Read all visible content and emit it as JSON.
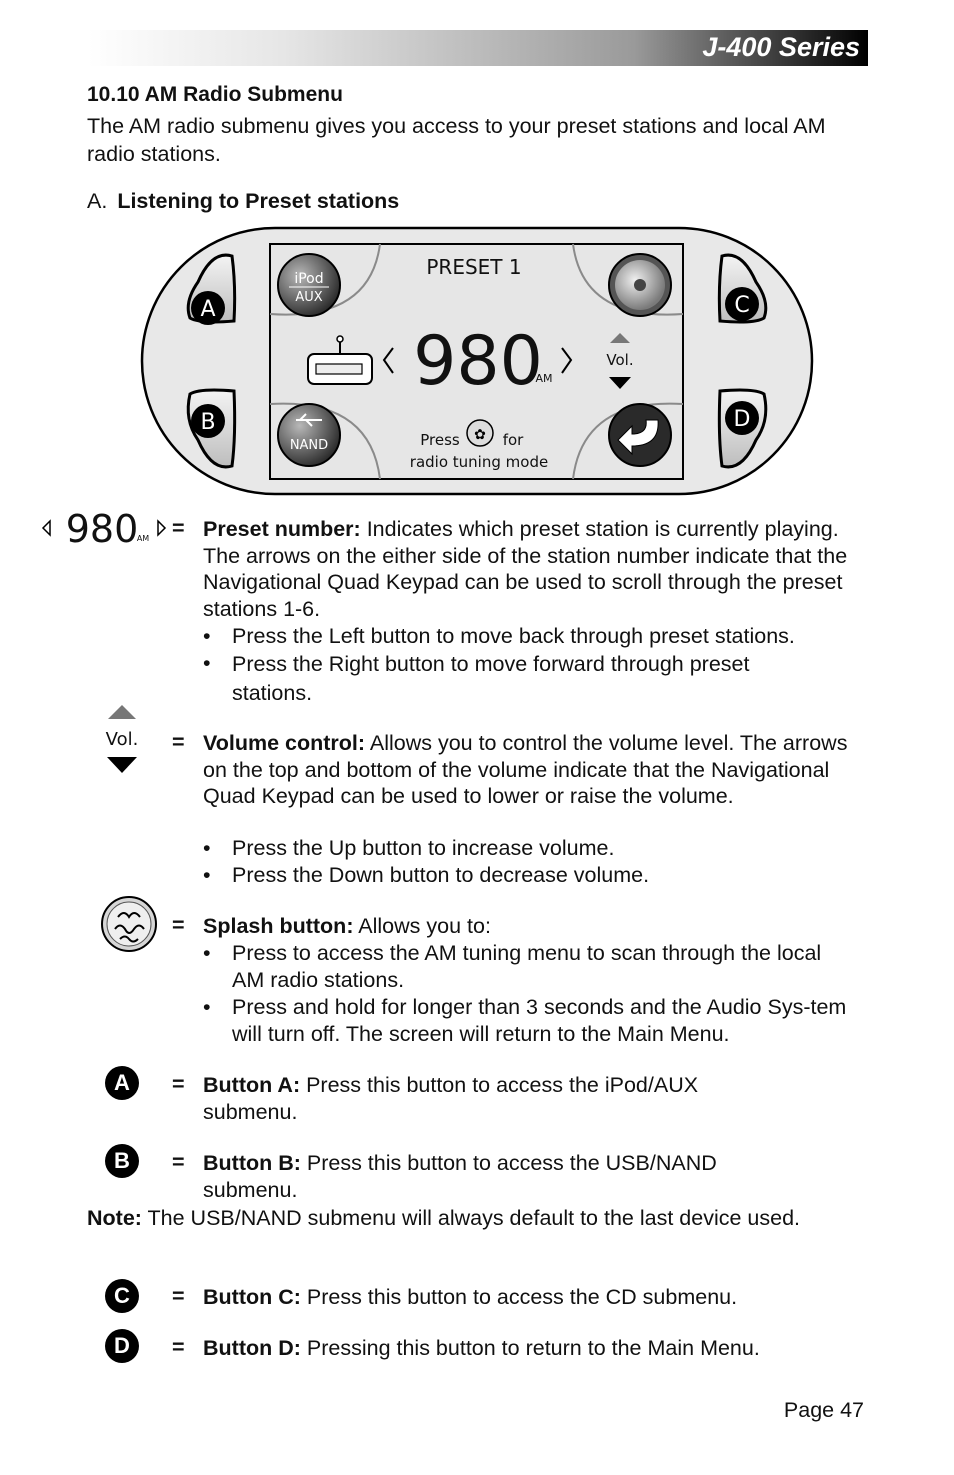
{
  "header": {
    "series": "J-400 Series"
  },
  "section": {
    "title": "10.10  AM Radio Submenu",
    "intro": "The AM radio submenu gives you access to your preset stations and local AM radio stations.",
    "sub_letter": "A.",
    "sub_title": "Listening to Preset stations"
  },
  "device": {
    "preset_label": "PRESET  1",
    "frequency": "980",
    "band": "AM",
    "vol_label": "Vol.",
    "ipod_label": "iPod",
    "aux_label": "AUX",
    "nand_label": "NAND",
    "press_label": "Press",
    "for_label": "for",
    "tuning_label": "radio tuning mode",
    "buttons": [
      "A",
      "B",
      "C",
      "D"
    ]
  },
  "items": {
    "preset": {
      "icon_freq": "980",
      "icon_band": "AM",
      "eq": "=",
      "label": "Preset number:",
      "text": " Indicates which preset station is currently playing. The arrows on the either side of the station number indicate that the Navigational Quad Keypad can be used to scroll through the preset stations 1-6.",
      "bullets": [
        "Press the Left button to move back through preset stations.",
        "Press the Right button to move forward through preset stations."
      ]
    },
    "volume": {
      "icon_label": "Vol.",
      "eq": "=",
      "label": "Volume control:",
      "text": " Allows you to control the volume level. The arrows on the top and bottom of the volume indicate that the Navigational Quad Keypad can be used to lower or raise the volume.",
      "bullets": [
        "Press the Up button to increase volume.",
        "Press the Down button to decrease volume."
      ]
    },
    "splash": {
      "eq": "=",
      "label": "Splash button:",
      "text": " Allows you to:",
      "bullets": [
        "Press to access the AM tuning menu to scan through the local AM radio stations.",
        "Press and hold for longer than 3 seconds and the Audio Sys-tem will turn off. The screen will return to the Main Menu."
      ]
    },
    "button_a": {
      "letter": "A",
      "eq": "=",
      "label": "Button A:",
      "text": " Press this button to access the iPod/AUX submenu."
    },
    "button_b": {
      "letter": "B",
      "eq": "=",
      "label": "Button B:",
      "text": " Press this button to access the USB/NAND submenu."
    },
    "note": {
      "label": "Note:",
      "text": " The USB/NAND submenu will always default to the last device used."
    },
    "button_c": {
      "letter": "C",
      "eq": "=",
      "label": "Button C:",
      "text": " Press this button to access the CD submenu."
    },
    "button_d": {
      "letter": "D",
      "eq": "=",
      "label": "Button D:",
      "text": " Pressing this button to return to the Main Menu."
    }
  },
  "footer": {
    "page": "Page 47"
  }
}
